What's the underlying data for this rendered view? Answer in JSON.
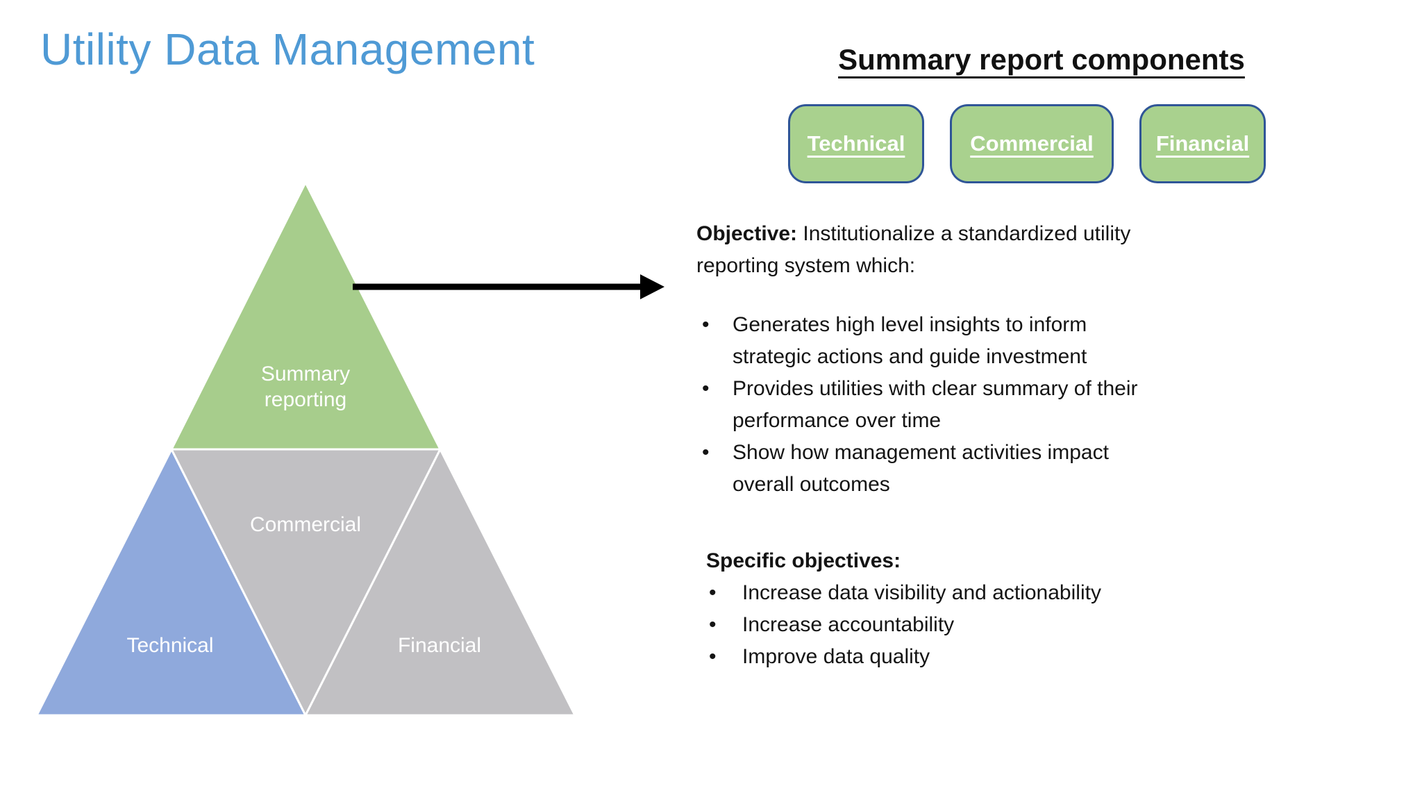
{
  "slide": {
    "title": "Utility Data Management",
    "title_color": "#4F9AD5",
    "arrow": {
      "color": "#000000"
    },
    "pyramid": {
      "levels": [
        {
          "label": "Summary reporting",
          "color": "#A7CD8C"
        },
        {
          "label": "Commercial",
          "color": "#C1C0C3"
        },
        {
          "label": "Technical",
          "color": "#8FA9DC"
        },
        {
          "label": "Financial",
          "color": "#C1C0C3"
        }
      ]
    },
    "panel": {
      "header": "Summary report components",
      "buttons": [
        {
          "label": "Technical",
          "fill": "#A9D18E",
          "border": "#2F5597"
        },
        {
          "label": "Commercial",
          "fill": "#A9D18E",
          "border": "#2F5597"
        },
        {
          "label": "Financial",
          "fill": "#A9D18E",
          "border": "#2F5597"
        }
      ],
      "objective_label": "Objective:",
      "objective_text": " Institutionalize a standardized utility\nreporting system which:",
      "objective_bullets": [
        "Generates high level insights to inform\nstrategic actions and guide investment",
        "Provides utilities with clear summary of their\nperformance over time",
        "Show how management activities impact\noverall outcomes"
      ],
      "specific_label": "Specific objectives:",
      "specific_bullets": [
        "Increase data visibility and actionability",
        "Increase accountability",
        "Improve data quality"
      ]
    }
  }
}
